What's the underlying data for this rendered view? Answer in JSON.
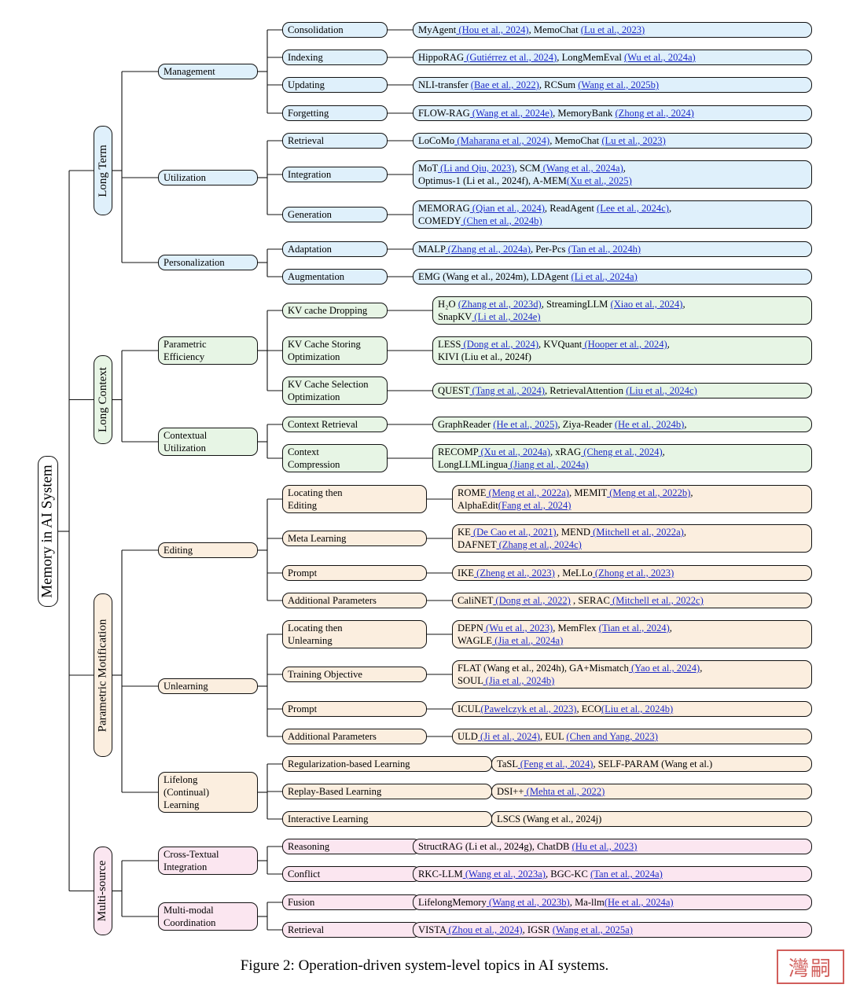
{
  "root": "Memory in AI System",
  "caption": "Figure 2: Operation-driven system-level topics in AI systems.",
  "stamp_text": "灣嗣",
  "colors": {
    "blue": "#dff0fb",
    "green": "#e7f5e5",
    "orange": "#fbeedf",
    "pink": "#fbe6f0"
  },
  "groups": [
    {
      "label": "Long Term",
      "color": "blue",
      "subs": [
        {
          "label": "Management",
          "items": [
            {
              "label": "Consolidation",
              "leaf": [
                [
                  "MyAgent",
                  ""
                ],
                [
                  " (Hou et al., 2024)",
                  "c"
                ],
                [
                  ", MemoChat ",
                  ""
                ],
                [
                  "(Lu et al., 2023)",
                  "c"
                ]
              ]
            },
            {
              "label": "Indexing",
              "leaf": [
                [
                  "HippoRAG",
                  ""
                ],
                [
                  " (Gutiérrez et al., 2024)",
                  "c"
                ],
                [
                  ", LongMemEval ",
                  ""
                ],
                [
                  "(Wu et al., 2024a)",
                  "c"
                ]
              ]
            },
            {
              "label": "Updating",
              "leaf": [
                [
                  "NLI-transfer ",
                  ""
                ],
                [
                  "(Bae et al., 2022)",
                  "c"
                ],
                [
                  ", RCSum ",
                  ""
                ],
                [
                  "(Wang et al., 2025b)",
                  "c"
                ]
              ]
            },
            {
              "label": "Forgetting",
              "leaf": [
                [
                  "FLOW-RAG",
                  ""
                ],
                [
                  " (Wang et al., 2024e)",
                  "c"
                ],
                [
                  ", MemoryBank ",
                  ""
                ],
                [
                  "(Zhong et al., 2024)",
                  "c"
                ]
              ]
            }
          ]
        },
        {
          "label": "Utilization",
          "items": [
            {
              "label": "Retrieval",
              "leaf": [
                [
                  "LoCoMo",
                  ""
                ],
                [
                  " (Maharana et al., 2024)",
                  "c"
                ],
                [
                  ", MemoChat ",
                  ""
                ],
                [
                  "(Lu et al., 2023)",
                  "c"
                ]
              ]
            },
            {
              "label": "Integration",
              "leaf": [
                [
                  "MoT",
                  ""
                ],
                [
                  " (Li and Qiu, 2023)",
                  "c"
                ],
                [
                  ", SCM",
                  ""
                ],
                [
                  " (Wang et al., 2024a)",
                  "c"
                ],
                [
                  ",\nOptimus-1 (Li et al., 2024f), A-MEM",
                  ""
                ],
                [
                  "(Xu et al., 2025)",
                  "c"
                ]
              ]
            },
            {
              "label": "Generation",
              "leaf": [
                [
                  "MEMORAG",
                  ""
                ],
                [
                  " (Qian et al., 2024)",
                  "c"
                ],
                [
                  ", ReadAgent ",
                  ""
                ],
                [
                  "(Lee et al., 2024c)",
                  "c"
                ],
                [
                  ",\nCOMEDY",
                  ""
                ],
                [
                  " (Chen et al., 2024b)",
                  "c"
                ]
              ]
            }
          ]
        },
        {
          "label": "Personalization",
          "items": [
            {
              "label": "Adaptation",
              "leaf": [
                [
                  "MALP",
                  ""
                ],
                [
                  " (Zhang et al., 2024a)",
                  "c"
                ],
                [
                  ", Per-Pcs ",
                  ""
                ],
                [
                  "(Tan et al., 2024h)",
                  "c"
                ]
              ]
            },
            {
              "label": "Augmentation",
              "leaf": [
                [
                  "EMG (Wang et al., 2024m), LDAgent ",
                  ""
                ],
                [
                  "(Li et al., 2024a)",
                  "c"
                ]
              ]
            }
          ]
        }
      ]
    },
    {
      "label": "Long Context",
      "color": "green",
      "subs": [
        {
          "label": "Parametric\nEfficiency",
          "items": [
            {
              "label": "KV cache Dropping",
              "leaf": [
                [
                  "H₂O ",
                  ""
                ],
                [
                  "(Zhang et al., 2023d)",
                  "c"
                ],
                [
                  ", StreamingLLM ",
                  ""
                ],
                [
                  "(Xiao et al., 2024)",
                  "c"
                ],
                [
                  ",\nSnapKV",
                  ""
                ],
                [
                  " (Li et al., 2024e)",
                  "c"
                ]
              ]
            },
            {
              "label": "KV Cache Storing\nOptimization",
              "leaf": [
                [
                  "LESS",
                  ""
                ],
                [
                  " (Dong et al., 2024)",
                  "c"
                ],
                [
                  ", KVQuant",
                  ""
                ],
                [
                  " (Hooper et al., 2024)",
                  "c"
                ],
                [
                  ",\nKIVI (Liu et al., 2024f)",
                  ""
                ]
              ]
            },
            {
              "label": "KV Cache Selection\nOptimization",
              "leaf": [
                [
                  "QUEST",
                  ""
                ],
                [
                  " (Tang et al., 2024)",
                  "c"
                ],
                [
                  ", RetrievalAttention ",
                  ""
                ],
                [
                  "(Liu et al., 2024c)",
                  "c"
                ]
              ]
            }
          ]
        },
        {
          "label": "Contextual\nUtilization",
          "items": [
            {
              "label": "Context Retrieval",
              "leaf": [
                [
                  "GraphReader ",
                  ""
                ],
                [
                  "(He et al., 2025)",
                  "c"
                ],
                [
                  ", Ziya-Reader ",
                  ""
                ],
                [
                  "(He et al., 2024b)",
                  "c"
                ],
                [
                  ",",
                  ""
                ]
              ]
            },
            {
              "label": "Context\nCompression",
              "leaf": [
                [
                  "RECOMP",
                  ""
                ],
                [
                  " (Xu et al., 2024a)",
                  "c"
                ],
                [
                  ", xRAG",
                  ""
                ],
                [
                  " (Cheng et al., 2024)",
                  "c"
                ],
                [
                  ",\nLongLLMLingua",
                  ""
                ],
                [
                  " (Jiang et al., 2024a)",
                  "c"
                ]
              ]
            }
          ]
        }
      ]
    },
    {
      "label": "Parametric Motification",
      "color": "orange",
      "subs": [
        {
          "label": "Editing",
          "items": [
            {
              "label": "Locating then\nEditing",
              "leaf": [
                [
                  "ROME",
                  ""
                ],
                [
                  " (Meng et al., 2022a)",
                  "c"
                ],
                [
                  ", MEMIT",
                  ""
                ],
                [
                  " (Meng et al., 2022b)",
                  "c"
                ],
                [
                  ",\nAlphaEdit",
                  ""
                ],
                [
                  "(Fang et al., 2024)",
                  "c"
                ]
              ]
            },
            {
              "label": "Meta Learning",
              "leaf": [
                [
                  "KE",
                  ""
                ],
                [
                  " (De Cao et al., 2021)",
                  "c"
                ],
                [
                  ", MEND",
                  ""
                ],
                [
                  " (Mitchell et al., 2022a)",
                  "c"
                ],
                [
                  ",\nDAFNET",
                  ""
                ],
                [
                  " (Zhang et al., 2024c)",
                  "c"
                ]
              ]
            },
            {
              "label": "Prompt",
              "leaf": [
                [
                  "IKE",
                  ""
                ],
                [
                  " (Zheng et al., 2023)",
                  "c"
                ],
                [
                  " , MeLLo",
                  ""
                ],
                [
                  " (Zhong et al., 2023)",
                  "c"
                ]
              ]
            },
            {
              "label": "Additional Parameters",
              "leaf": [
                [
                  "CaliNET",
                  ""
                ],
                [
                  " (Dong et al., 2022)",
                  "c"
                ],
                [
                  " , SERAC",
                  ""
                ],
                [
                  " (Mitchell et al., 2022c)",
                  "c"
                ]
              ]
            }
          ]
        },
        {
          "label": "Unlearning",
          "items": [
            {
              "label": "Locating then\nUnlearning",
              "leaf": [
                [
                  "DEPN",
                  ""
                ],
                [
                  " (Wu et al., 2023)",
                  "c"
                ],
                [
                  ", MemFlex ",
                  ""
                ],
                [
                  "(Tian et al., 2024)",
                  "c"
                ],
                [
                  ",\nWAGLE",
                  ""
                ],
                [
                  " (Jia et al., 2024a)",
                  "c"
                ]
              ]
            },
            {
              "label": "Training Objective",
              "leaf": [
                [
                  "FLAT (Wang et al., 2024h), GA+Mismatch",
                  ""
                ],
                [
                  " (Yao et al., 2024)",
                  "c"
                ],
                [
                  ",\nSOUL",
                  ""
                ],
                [
                  " (Jia et al., 2024b)",
                  "c"
                ]
              ]
            },
            {
              "label": "Prompt",
              "leaf": [
                [
                  "ICUL",
                  ""
                ],
                [
                  "(Pawelczyk et al., 2023)",
                  "c"
                ],
                [
                  ", ECO",
                  ""
                ],
                [
                  "(Liu et al., 2024b)",
                  "c"
                ]
              ]
            },
            {
              "label": "Additional Parameters",
              "leaf": [
                [
                  "ULD",
                  ""
                ],
                [
                  " (Ji et al., 2024)",
                  "c"
                ],
                [
                  ", EUL ",
                  ""
                ],
                [
                  "(Chen and Yang, 2023)",
                  "c"
                ]
              ]
            }
          ]
        },
        {
          "label": "Lifelong\n(Continual)\nLearning",
          "items": [
            {
              "label": "Regularization-based Learning",
              "leaf": [
                [
                  "TaSL",
                  ""
                ],
                [
                  " (Feng et al., 2024)",
                  "c"
                ],
                [
                  ", SELF-PARAM (Wang et al.)",
                  ""
                ]
              ]
            },
            {
              "label": "Replay-Based Learning",
              "leaf": [
                [
                  "DSI++",
                  ""
                ],
                [
                  " (Mehta et al., 2022)",
                  "c"
                ]
              ]
            },
            {
              "label": "Interactive Learning",
              "leaf": [
                [
                  "LSCS (Wang et al., 2024j)",
                  ""
                ]
              ]
            }
          ]
        }
      ]
    },
    {
      "label": "Multi-source",
      "color": "pink",
      "subs": [
        {
          "label": "Cross-Textual\nIntegration",
          "items": [
            {
              "label": "Reasoning",
              "leaf": [
                [
                  "StructRAG (Li et al., 2024g), ChatDB ",
                  ""
                ],
                [
                  "(Hu et al., 2023)",
                  "c"
                ]
              ]
            },
            {
              "label": "Conflict",
              "leaf": [
                [
                  "RKC-LLM",
                  ""
                ],
                [
                  " (Wang et al., 2023a)",
                  "c"
                ],
                [
                  ", BGC-KC ",
                  ""
                ],
                [
                  "(Tan et al., 2024a)",
                  "c"
                ]
              ]
            }
          ]
        },
        {
          "label": "Multi-modal\nCoordination",
          "items": [
            {
              "label": "Fusion",
              "leaf": [
                [
                  "LifelongMemory",
                  ""
                ],
                [
                  " (Wang et al., 2023b)",
                  "c"
                ],
                [
                  ", Ma-llm",
                  ""
                ],
                [
                  "(He et al., 2024a)",
                  "c"
                ]
              ]
            },
            {
              "label": "Retrieval",
              "leaf": [
                [
                  "VISTA",
                  ""
                ],
                [
                  " (Zhou et al., 2024)",
                  "c"
                ],
                [
                  ", IGSR ",
                  ""
                ],
                [
                  "(Wang et al., 2025a)",
                  "c"
                ]
              ]
            }
          ]
        }
      ]
    }
  ]
}
